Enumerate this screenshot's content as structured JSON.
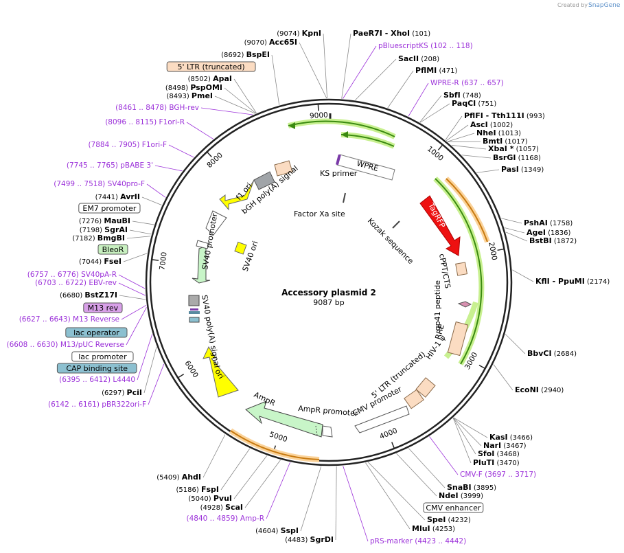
{
  "credit": "Created by",
  "brand": "SnapGene",
  "plasmid": {
    "name": "Accessory plasmid 2",
    "size": "9087 bp"
  },
  "ticks": [
    "1000",
    "2000",
    "3000",
    "4000",
    "5000",
    "6000",
    "7000",
    "8000",
    "9000"
  ],
  "features": [
    "WPRE",
    "KS primer",
    "Factor Xa site",
    "Kozak sequence",
    "TagRFP",
    "cPPT/CTS",
    "gp41 peptide",
    "RRE",
    "HIV-1 ψ",
    "5' LTR (truncated)",
    "CMV promoter",
    "AmpR promoter",
    "AmpR",
    "ori",
    "SV40 poly(A) signal",
    "SV40 promoter",
    "SV40 ori",
    "f1 ori",
    "bGH poly(A) signal"
  ],
  "labels": [
    {
      "pos": "(9074)",
      "name": "KpnI"
    },
    {
      "pos": "(9070)",
      "name": "Acc65I"
    },
    {
      "pos": "(8692)",
      "name": "BspEI"
    },
    {
      "box": "5' LTR (truncated)",
      "color": "#fbdcc2"
    },
    {
      "pos": "(8502)",
      "name": "ApaI"
    },
    {
      "pos": "(8498)",
      "name": "PspOMI"
    },
    {
      "pos": "(8493)",
      "name": "PmeI"
    },
    {
      "primer": "(8461 .. 8478)",
      "name": "BGH-rev"
    },
    {
      "primer": "(8096 .. 8115)",
      "name": "F1ori-R"
    },
    {
      "primer": "(7884 .. 7905)",
      "name": "F1ori-F"
    },
    {
      "primer": "(7745 .. 7765)",
      "name": "pBABE 3'"
    },
    {
      "primer": "(7499 .. 7518)",
      "name": "SV40pro-F"
    },
    {
      "pos": "(7441)",
      "name": "AvrII"
    },
    {
      "box": "EM7 promoter",
      "color": "#ffffff"
    },
    {
      "pos": "(7276)",
      "name": "MauBI"
    },
    {
      "pos": "(7198)",
      "name": "SgrAI"
    },
    {
      "pos": "(7182)",
      "name": "BmgBI"
    },
    {
      "box": "BleoR",
      "color": "#c8f0c0"
    },
    {
      "pos": "(7044)",
      "name": "FseI"
    },
    {
      "primer": "(6757 .. 6776)",
      "name": "SV40pA-R"
    },
    {
      "primer": "(6703 .. 6722)",
      "name": "EBV-rev"
    },
    {
      "pos": "(6680)",
      "name": "BstZ17I"
    },
    {
      "box": "M13 rev",
      "color": "#d8a0e8"
    },
    {
      "primer": "(6627 .. 6643)",
      "name": "M13 Reverse"
    },
    {
      "box": "lac operator",
      "color": "#8cc0d0"
    },
    {
      "primer": "(6608 .. 6630)",
      "name": "M13/pUC Reverse"
    },
    {
      "box": "lac promoter",
      "color": "#ffffff"
    },
    {
      "box": "CAP binding site",
      "color": "#8cc0d0"
    },
    {
      "primer": "(6395 .. 6412)",
      "name": "L4440"
    },
    {
      "pos": "(6297)",
      "name": "PciI"
    },
    {
      "primer": "(6142 .. 6161)",
      "name": "pBR322ori-F"
    },
    {
      "pos": "(5409)",
      "name": "AhdI"
    },
    {
      "pos": "(5186)",
      "name": "FspI"
    },
    {
      "pos": "(5040)",
      "name": "PvuI"
    },
    {
      "pos": "(4928)",
      "name": "ScaI"
    },
    {
      "primer": "(4840 .. 4859)",
      "name": "Amp-R"
    },
    {
      "pos": "(4604)",
      "name": "SspI"
    },
    {
      "pos": "(4483)",
      "name": "SgrDI"
    },
    {
      "name": "PaeR7I",
      "name2": "XhoI",
      "pos": "(101)"
    },
    {
      "primer_r": "pBluescriptKS",
      "range": "(102 .. 118)"
    },
    {
      "name": "SacII",
      "pos": "(208)"
    },
    {
      "name": "PflMI",
      "pos": "(471)"
    },
    {
      "primer_r": "WPRE-R",
      "range": "(637 .. 657)"
    },
    {
      "name": "SbfI",
      "pos": "(748)"
    },
    {
      "name": "PaqCI",
      "pos": "(751)"
    },
    {
      "name": "PflFI",
      "name2": "Tth111I",
      "pos": "(993)"
    },
    {
      "name": "AscI",
      "pos": "(1002)"
    },
    {
      "name": "NheI",
      "pos": "(1013)"
    },
    {
      "name": "BmtI",
      "pos": "(1017)"
    },
    {
      "name": "XbaI *",
      "pos": "(1057)"
    },
    {
      "name": "BsrGI",
      "pos": "(1168)"
    },
    {
      "name": "PasI",
      "pos": "(1349)"
    },
    {
      "name": "PshAI",
      "pos": "(1758)"
    },
    {
      "name": "AgeI",
      "pos": "(1836)"
    },
    {
      "name": "BstBI",
      "pos": "(1872)"
    },
    {
      "name": "KflI",
      "name2": "PpuMI",
      "pos": "(2174)"
    },
    {
      "name": "BbvCI",
      "pos": "(2684)"
    },
    {
      "name": "EcoNI",
      "pos": "(2940)"
    },
    {
      "name": "KasI",
      "pos": "(3466)"
    },
    {
      "name": "NarI",
      "pos": "(3467)"
    },
    {
      "name": "SfoI",
      "pos": "(3468)"
    },
    {
      "name": "PluTI",
      "pos": "(3470)"
    },
    {
      "primer_r": "CMV-F",
      "range": "(3697 .. 3717)"
    },
    {
      "name": "SnaBI",
      "pos": "(3895)"
    },
    {
      "name": "NdeI",
      "pos": "(3999)"
    },
    {
      "box_r": "CMV enhancer"
    },
    {
      "name": "SpeI",
      "pos": "(4232)"
    },
    {
      "name": "MluI",
      "pos": "(4253)"
    },
    {
      "primer_r": "pRS-marker",
      "range": "(4423 .. 4442)"
    }
  ]
}
